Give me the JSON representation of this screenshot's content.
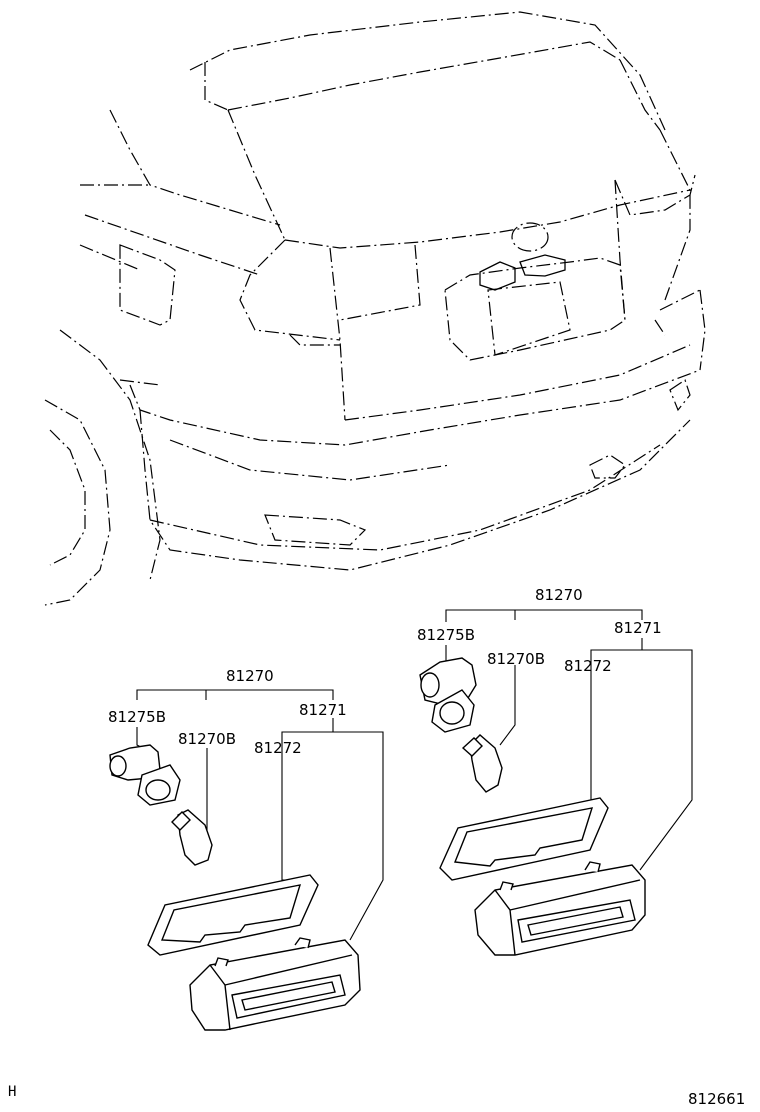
{
  "diagram": {
    "left_group": {
      "assembly": "81270",
      "socket": "81275B",
      "bulb": "81270B",
      "lamp": "81271",
      "gasket": "81272"
    },
    "right_group": {
      "assembly": "81270",
      "socket": "81275B",
      "bulb": "81270B",
      "lamp": "81271",
      "gasket": "81272"
    },
    "footer": {
      "page_code": "H",
      "figure_number": "812661"
    }
  }
}
